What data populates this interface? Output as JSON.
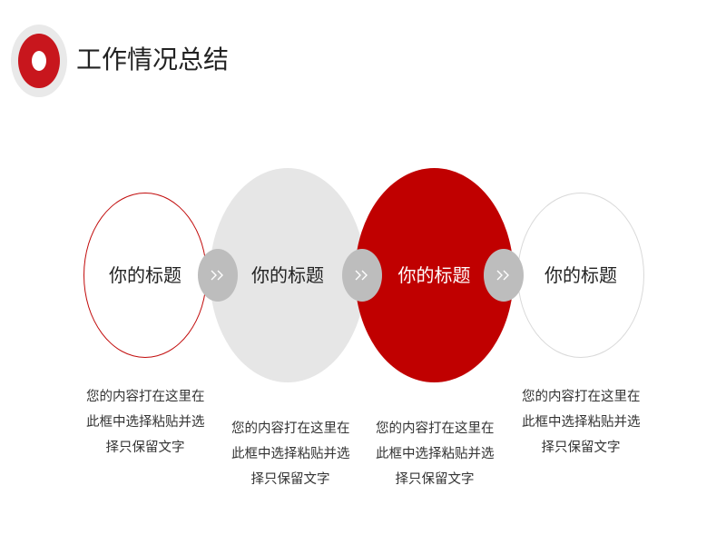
{
  "header": {
    "title": "工作情况总结",
    "logo_icon": "target-ring-icon"
  },
  "colors": {
    "accent_red": "#c00000",
    "light_gray": "#e6e6e6",
    "connector_gray": "#bdbdbd"
  },
  "steps": [
    {
      "title": "你的标题",
      "description_lines": [
        "您的内容打在这里在",
        "此框中选择粘贴并选",
        "择只保留文字"
      ]
    },
    {
      "title": "你的标题",
      "description_lines": [
        "您的内容打在这里在",
        "此框中选择粘贴并选",
        "择只保留文字"
      ]
    },
    {
      "title": "你的标题",
      "description_lines": [
        "您的内容打在这里在",
        "此框中选择粘贴并选",
        "择只保留文字"
      ]
    },
    {
      "title": "你的标题",
      "description_lines": [
        "您的内容打在这里在",
        "此框中选择粘贴并选",
        "择只保留文字"
      ]
    }
  ],
  "connector_icon": "double-chevron-right-icon"
}
